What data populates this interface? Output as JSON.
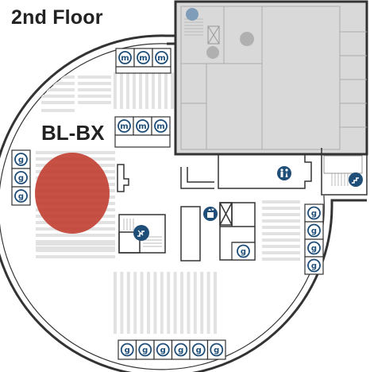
{
  "floor_title": "2nd Floor",
  "zone_label": "BL-BX",
  "colors": {
    "outline": "#333333",
    "restricted_area": "#d9d9d9",
    "highlight_zone": "#c0392b",
    "icon_blue": "#1f4e79",
    "shelving": "#e2e2e2"
  },
  "icons": {
    "group_study_room": {
      "name": "group-study-room-icon",
      "glyph": "g"
    },
    "media_room": {
      "name": "media-room-icon",
      "glyph": "m"
    },
    "stairs": {
      "name": "stairs-icon"
    },
    "restrooms": {
      "name": "restroom-icon"
    },
    "elevator": {
      "name": "elevator-icon"
    }
  },
  "rooms": {
    "media_rooms_top_count": 3,
    "media_rooms_middle_count": 3,
    "group_rooms_left_count": 3,
    "group_rooms_right_count": 4,
    "group_rooms_bottom_count": 6,
    "group_rooms_center_count": 1
  }
}
